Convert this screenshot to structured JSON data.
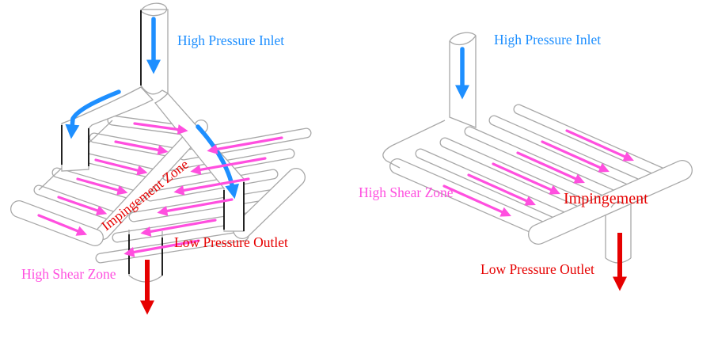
{
  "colors": {
    "blue": "#1E8FFF",
    "magenta": "#FF4FDF",
    "red": "#E60000",
    "line": "#A8A8A8",
    "ink": "#000000",
    "background": "#FFFFFF"
  },
  "left_diagram": {
    "labels": {
      "inlet": "High Pressure Inlet",
      "impingement": "Impingement Zone",
      "outlet": "Low Pressure Outlet",
      "shear": "High Shear Zone"
    }
  },
  "right_diagram": {
    "labels": {
      "inlet": "High Pressure Inlet",
      "shear": "High Shear Zone",
      "impingement": "Impingement",
      "outlet": "Low Pressure Outlet"
    }
  }
}
